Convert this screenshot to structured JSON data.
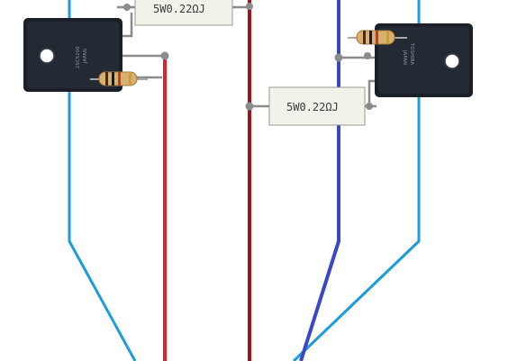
{
  "diagram": {
    "resistors": [
      {
        "id": "top",
        "label": "5W0.22ΩJ"
      },
      {
        "id": "right",
        "label": "5W0.22ΩJ"
      }
    ],
    "transistors": [
      {
        "id": "left",
        "lines": [
          "2SC5200",
          "JAPAN"
        ]
      },
      {
        "id": "right",
        "lines": [
          "TOSHIBA",
          "JAPAN"
        ]
      }
    ]
  },
  "colors": {
    "wire_cyan": "#1c9dd9",
    "wire_red": "#e0202a",
    "wire_darkred": "#a01420",
    "wire_blue": "#3b47c4",
    "lead_grey": "#8b8b8b",
    "transistor_body": "#1b2028",
    "resistor_body": "#f2f2ea",
    "small_resistor_body": "#d8b070"
  }
}
